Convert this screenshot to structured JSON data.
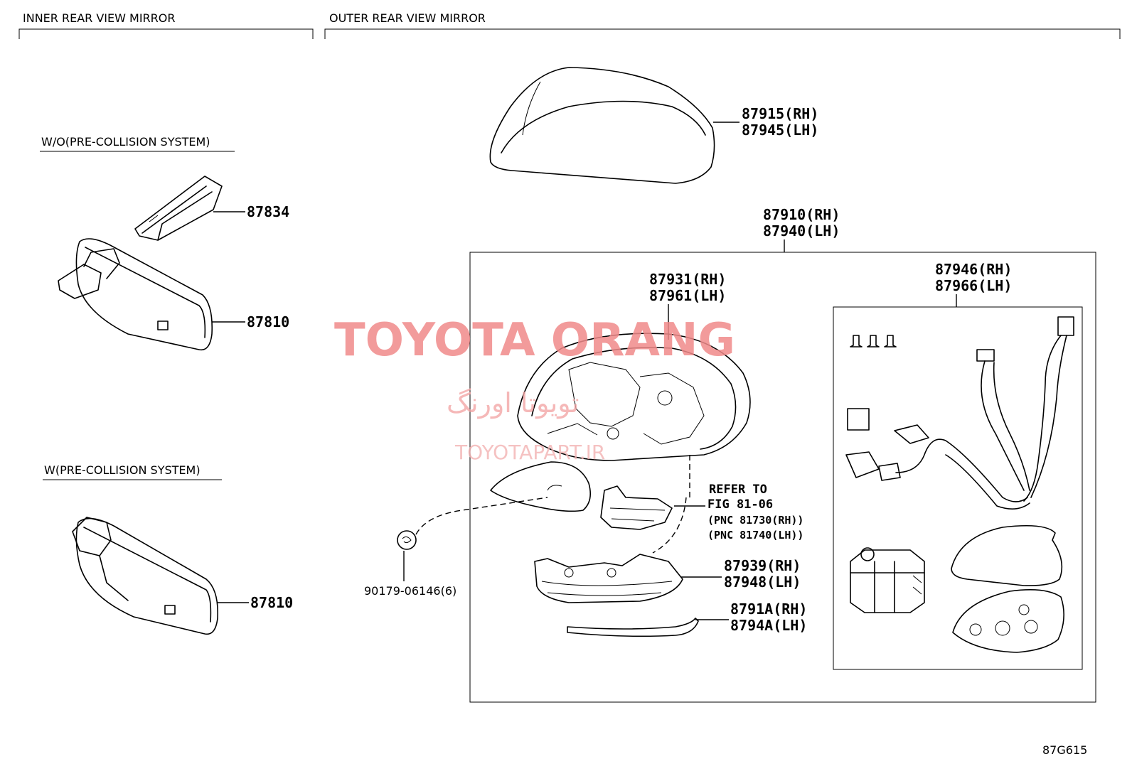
{
  "sections": {
    "inner": "INNER REAR VIEW MIRROR",
    "outer": "OUTER REAR VIEW MIRROR"
  },
  "variants": {
    "without_pcs": "W/O(PRE-COLLISION SYSTEM)",
    "with_pcs": "W(PRE-COLLISION SYSTEM)"
  },
  "parts": {
    "p87834": "87834",
    "p87810a": "87810",
    "p87810b": "87810",
    "cover_rh": "87915(RH)",
    "cover_lh": "87945(LH)",
    "assy_rh": "87910(RH)",
    "assy_lh": "87940(LH)",
    "housing_rh": "87931(RH)",
    "housing_lh": "87961(LH)",
    "motor_rh": "87946(RH)",
    "motor_lh": "87966(LH)",
    "clip": "90179-06146(6)",
    "lamp_rh": "87939(RH)",
    "lamp_lh": "87948(LH)",
    "garnish_rh": "8791A(RH)",
    "garnish_lh": "8794A(LH)"
  },
  "reference": {
    "line1": "REFER TO",
    "line2": "FIG 81-06",
    "line3": "(PNC 81730(RH))",
    "line4": "(PNC 81740(LH))"
  },
  "figure_code": "87G615",
  "watermark": {
    "main": "TOYOTA ORANG",
    "persian": "تویوتا اورنگ",
    "site": "TOYOTAPART.IR",
    "color": "#f08a8a"
  },
  "icons": [
    "rear-view-mirror-icon",
    "bracket-icon",
    "mirror-cover-icon",
    "mirror-housing-icon",
    "turn-signal-lamp-icon",
    "garnish-strip-icon",
    "clip-icon",
    "screw-icon",
    "wire-harness-icon",
    "mirror-motor-icon",
    "mirror-glass-icon"
  ]
}
